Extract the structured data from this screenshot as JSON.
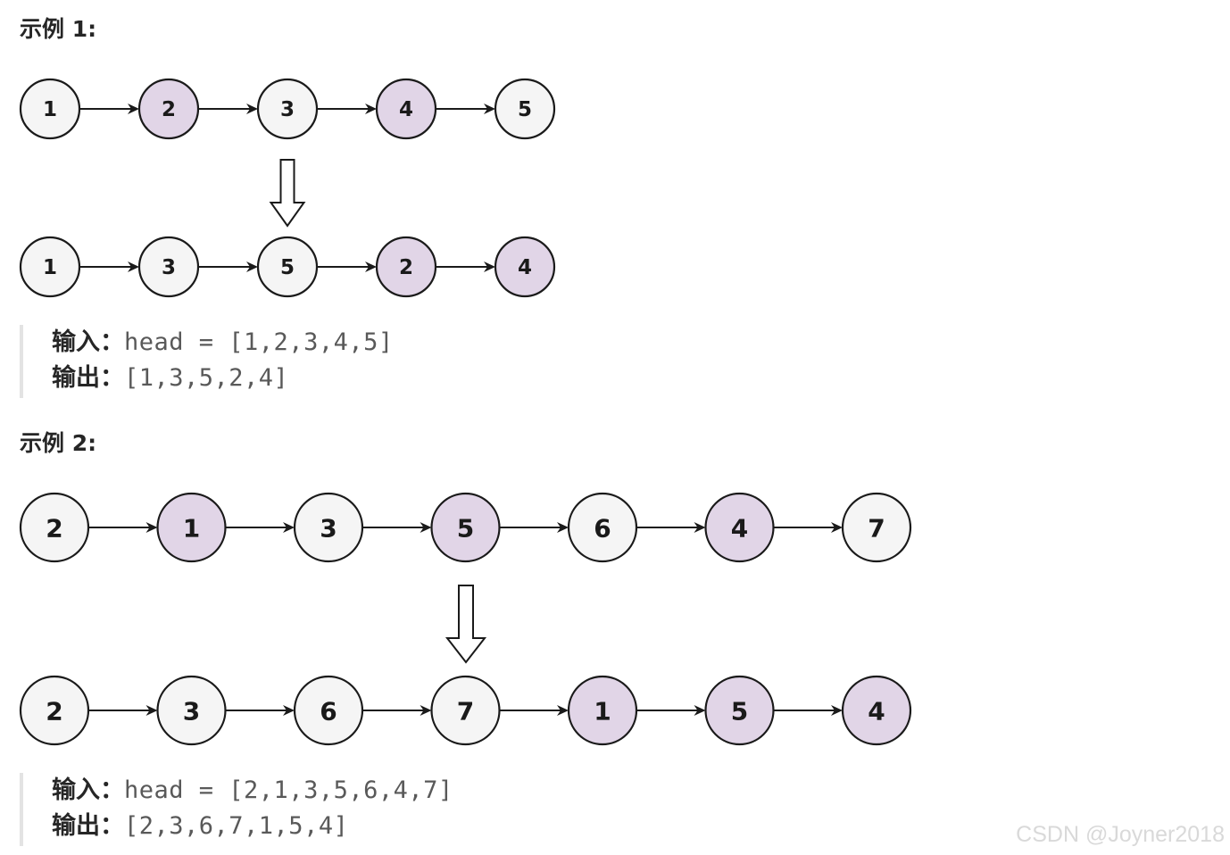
{
  "examples": [
    {
      "heading": "示例 1:",
      "before": [
        {
          "value": "1",
          "highlight": false
        },
        {
          "value": "2",
          "highlight": true
        },
        {
          "value": "3",
          "highlight": false
        },
        {
          "value": "4",
          "highlight": true
        },
        {
          "value": "5",
          "highlight": false
        }
      ],
      "after": [
        {
          "value": "1",
          "highlight": false
        },
        {
          "value": "3",
          "highlight": false
        },
        {
          "value": "5",
          "highlight": false
        },
        {
          "value": "2",
          "highlight": true
        },
        {
          "value": "4",
          "highlight": true
        }
      ],
      "input_label": "输入：",
      "input_value": "head = [1,2,3,4,5]",
      "output_label": "输出：",
      "output_value": "[1,3,5,2,4]"
    },
    {
      "heading": "示例 2:",
      "before": [
        {
          "value": "2",
          "highlight": false
        },
        {
          "value": "1",
          "highlight": true
        },
        {
          "value": "3",
          "highlight": false
        },
        {
          "value": "5",
          "highlight": true
        },
        {
          "value": "6",
          "highlight": false
        },
        {
          "value": "4",
          "highlight": true
        },
        {
          "value": "7",
          "highlight": false
        }
      ],
      "after": [
        {
          "value": "2",
          "highlight": false
        },
        {
          "value": "3",
          "highlight": false
        },
        {
          "value": "6",
          "highlight": false
        },
        {
          "value": "7",
          "highlight": false
        },
        {
          "value": "1",
          "highlight": true
        },
        {
          "value": "5",
          "highlight": true
        },
        {
          "value": "4",
          "highlight": true
        }
      ],
      "input_label": "输入：",
      "input_value": "head = [2,1,3,5,6,4,7]",
      "output_label": "输出：",
      "output_value": "[2,3,6,7,1,5,4]"
    }
  ],
  "colors": {
    "highlight_fill": "#e1d5e7",
    "plain_fill": "#f5f5f5",
    "stroke": "#1a1a1a"
  },
  "watermark": "CSDN @Joyner2018"
}
